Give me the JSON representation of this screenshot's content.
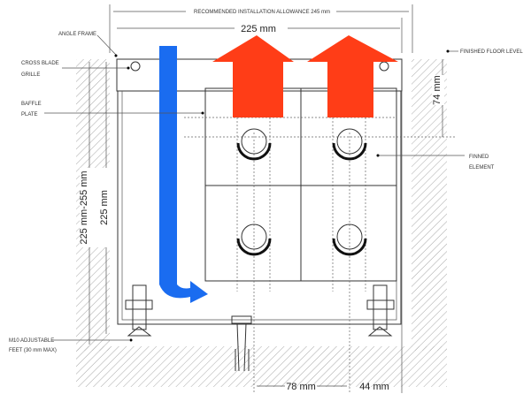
{
  "title_dims": {
    "allowance": "RECOMMENDED INSTALLATION ALLOWANCE 245 mm",
    "width": "225 mm",
    "depth_range": "225 mm-255 mm",
    "depth": "225 mm",
    "grille_depth": "74 mm",
    "offset_78": "78 mm",
    "offset_44": "44 mm"
  },
  "labels": {
    "angle_frame": "ANGLE FRAME",
    "cross_blade_1": "CROSS BLADE",
    "cross_blade_2": "GRILLE",
    "baffle_1": "BAFFLE",
    "baffle_2": "PLATE",
    "finished_floor": "FINISHED FLOOR LEVEL",
    "finned_1": "FINNED",
    "finned_2": "ELEMENT",
    "feet_1": "M10 ADJUSTABLE",
    "feet_2": "FEET  (30 mm MAX)"
  },
  "colors": {
    "hot_air": "#ff3d17",
    "cold_air": "#1a6cf0"
  }
}
